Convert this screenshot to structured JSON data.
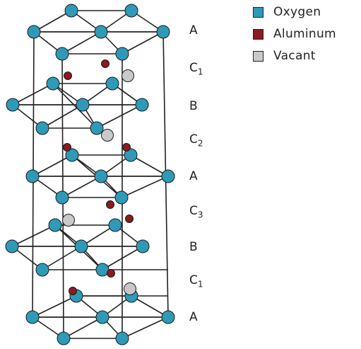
{
  "legend": [
    {
      "label": "Oxygen",
      "color": "#2E9AB8"
    },
    {
      "label": "Aluminum",
      "color": "#8C1A1F"
    },
    {
      "label": "Vacant",
      "color": "#C9C9C9"
    }
  ],
  "layers": [
    {
      "letter": "A",
      "sub": ""
    },
    {
      "letter": "C",
      "sub": "1"
    },
    {
      "letter": "B",
      "sub": ""
    },
    {
      "letter": "C",
      "sub": "2"
    },
    {
      "letter": "A",
      "sub": ""
    },
    {
      "letter": "C",
      "sub": "3"
    },
    {
      "letter": "B",
      "sub": ""
    },
    {
      "letter": "C",
      "sub": "1"
    },
    {
      "letter": "A",
      "sub": ""
    }
  ],
  "colors": {
    "oxygen": "#2E9AB8",
    "aluminum": "#8C1A1F",
    "vacant": "#C9C9C9",
    "bond": "#222222"
  }
}
